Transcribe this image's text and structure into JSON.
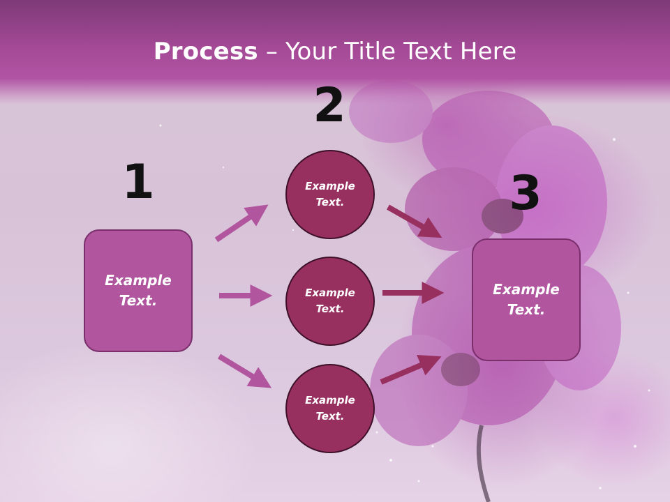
{
  "title": {
    "bold": "Process",
    "rest": " – Your Title Text Here"
  },
  "step_numbers": [
    "1",
    "2",
    "3"
  ],
  "left_box": {
    "text": "Example\nText."
  },
  "circles": [
    {
      "text": "Example\nText."
    },
    {
      "text": "Example\nText."
    },
    {
      "text": "Example\nText."
    }
  ],
  "right_box": {
    "text": "Example\nText."
  },
  "colors": {
    "title_band": "#a34995",
    "box_fill": "#b0559e",
    "circle_fill": "#98305f",
    "arrow_light": "#b0559e",
    "arrow_dark": "#98305f"
  }
}
